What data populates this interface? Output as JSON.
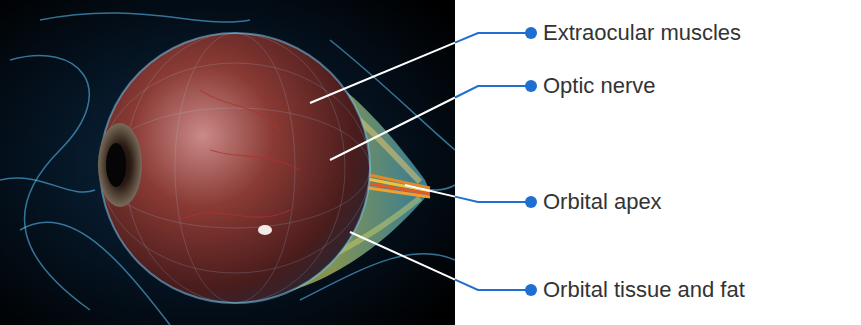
{
  "diagram": {
    "labels": [
      "Extraocular muscles",
      "Optic nerve",
      "Orbital apex",
      "Orbital tissue and fat"
    ]
  }
}
